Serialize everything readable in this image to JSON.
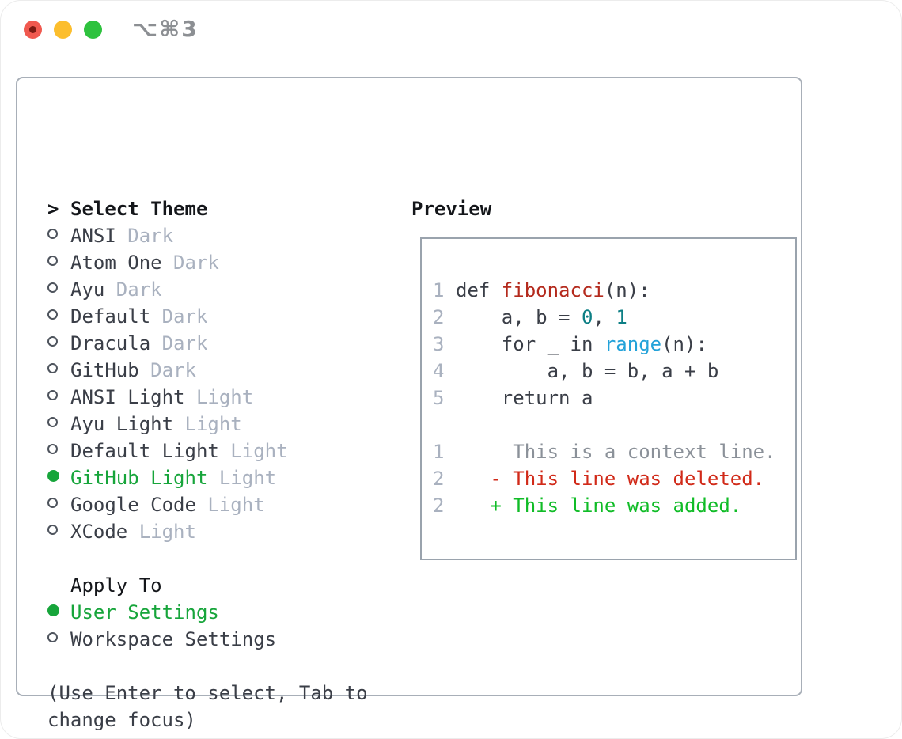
{
  "window": {
    "title": "⌥⌘3",
    "controls": [
      {
        "name": "close"
      },
      {
        "name": "minimize"
      },
      {
        "name": "zoom"
      }
    ]
  },
  "theme_selector": {
    "header_prefix": ">",
    "header_label": "Select Theme",
    "items": [
      {
        "name": "ANSI",
        "variant": "Dark",
        "selected": false
      },
      {
        "name": "Atom One",
        "variant": "Dark",
        "selected": false
      },
      {
        "name": "Ayu",
        "variant": "Dark",
        "selected": false
      },
      {
        "name": "Default",
        "variant": "Dark",
        "selected": false
      },
      {
        "name": "Dracula",
        "variant": "Dark",
        "selected": false
      },
      {
        "name": "GitHub",
        "variant": "Dark",
        "selected": false
      },
      {
        "name": "ANSI Light",
        "variant": "Light",
        "selected": false
      },
      {
        "name": "Ayu Light",
        "variant": "Light",
        "selected": false
      },
      {
        "name": "Default Light",
        "variant": "Light",
        "selected": false
      },
      {
        "name": "GitHub Light",
        "variant": "Light",
        "selected": true
      },
      {
        "name": "Google Code",
        "variant": "Light",
        "selected": false
      },
      {
        "name": "XCode",
        "variant": "Light",
        "selected": false
      }
    ]
  },
  "apply_to": {
    "label": "Apply To",
    "options": [
      {
        "label": "User Settings",
        "selected": true
      },
      {
        "label": "Workspace Settings",
        "selected": false
      }
    ]
  },
  "hint": {
    "line1": "(Use Enter to select, Tab to",
    "line2": "change focus)"
  },
  "preview": {
    "label": "Preview",
    "lines": [
      {
        "num": "1",
        "tokens": [
          {
            "c": "code",
            "t": "def "
          },
          {
            "c": "func",
            "t": "fibonacci"
          },
          {
            "c": "code",
            "t": "(n):"
          }
        ]
      },
      {
        "num": "2",
        "tokens": [
          {
            "c": "code",
            "t": "    a, b = "
          },
          {
            "c": "num",
            "t": "0"
          },
          {
            "c": "code",
            "t": ", "
          },
          {
            "c": "num",
            "t": "1"
          }
        ]
      },
      {
        "num": "3",
        "tokens": [
          {
            "c": "code",
            "t": "    for _ in "
          },
          {
            "c": "builtin",
            "t": "range"
          },
          {
            "c": "code",
            "t": "(n):"
          }
        ]
      },
      {
        "num": "4",
        "tokens": [
          {
            "c": "code",
            "t": "        a, b = b, a + b"
          }
        ]
      },
      {
        "num": "5",
        "tokens": [
          {
            "c": "code",
            "t": "    return a"
          }
        ]
      },
      {
        "num": "",
        "tokens": []
      },
      {
        "num": "1",
        "tokens": [
          {
            "c": "context",
            "t": "     This is a context line."
          }
        ]
      },
      {
        "num": "2",
        "tokens": [
          {
            "c": "del",
            "t": "   - This line was deleted."
          }
        ]
      },
      {
        "num": "2",
        "tokens": [
          {
            "c": "add",
            "t": "   + This line was added."
          }
        ]
      }
    ]
  },
  "colors": {
    "tl_red": "#f0594f",
    "tl_red_dot": "#7c1a12",
    "tl_yellow": "#fcbe2d",
    "tl_green": "#2ec23e",
    "title": "#8c8f93",
    "border": "#a8afb8",
    "border2": "#9aa3ad",
    "black": "#14161a",
    "dark": "#3a3e47",
    "muted": "#a9b1bf",
    "footer": "#9aa3b2",
    "context": "#8b9199",
    "ring": "#4e545d",
    "green": "#17a53b",
    "add": "#10bc27",
    "del": "#d12a19",
    "func": "#b42a1d",
    "teal": "#0d7f85",
    "builtin": "#23a2d9"
  }
}
